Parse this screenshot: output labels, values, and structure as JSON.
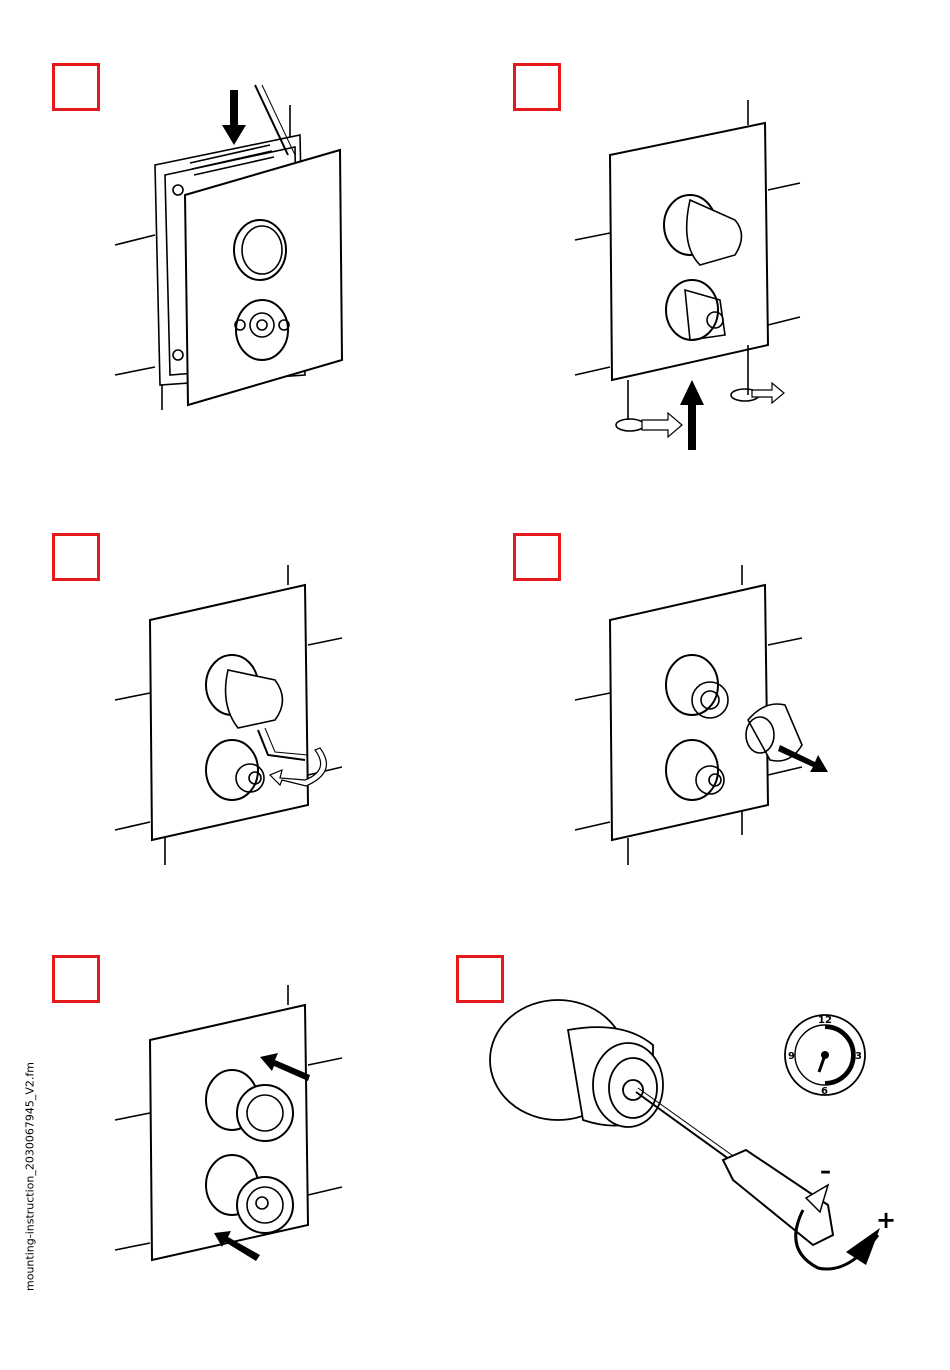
{
  "document": {
    "side_label": "mounting-instruction_2030067945_V2.fm",
    "accent_color": "#e3191b"
  },
  "steps": [
    {
      "id": "step-1"
    },
    {
      "id": "step-2"
    },
    {
      "id": "step-3"
    },
    {
      "id": "step-4"
    },
    {
      "id": "step-5"
    },
    {
      "id": "step-6"
    }
  ],
  "dial": {
    "n12": "12",
    "n3": "3",
    "n6": "6",
    "n9": "9"
  },
  "adjust_signs": {
    "minus": "–",
    "plus": "+"
  }
}
